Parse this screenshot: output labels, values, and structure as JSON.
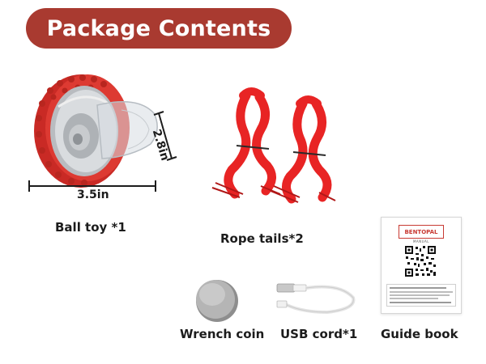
{
  "header": {
    "title": "Package Contents"
  },
  "items": {
    "ball_toy": {
      "label": "Ball toy *1",
      "width_text": "3.5in",
      "height_text": "2.8in"
    },
    "rope_tails": {
      "label": "Rope tails*2"
    },
    "wrench_coin": {
      "label": "Wrench coin"
    },
    "usb_cord": {
      "label": "USB cord*1"
    },
    "guide_book": {
      "label": "Guide book",
      "brand": "BENTOPAL",
      "manual_word": "MANUAL"
    }
  },
  "colors": {
    "banner": "#a93a30",
    "toy_red": "#d8322c",
    "rope_red": "#e82424",
    "text": "#1c1c1c"
  }
}
